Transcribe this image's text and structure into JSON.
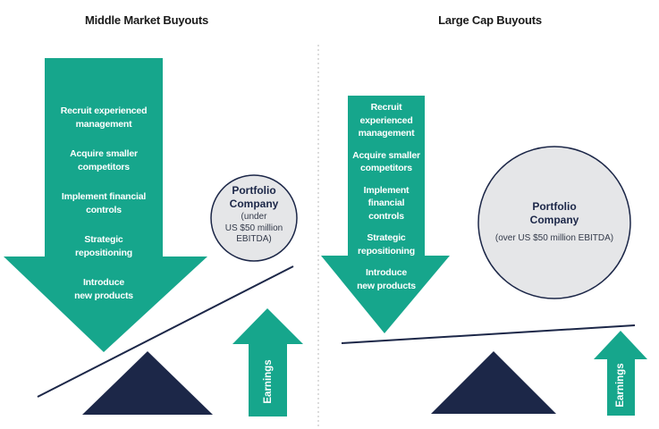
{
  "colors": {
    "teal": "#16a68c",
    "navy": "#1c2748",
    "circle_fill": "#e5e6e8",
    "circle_stroke": "#1c2748",
    "divider": "#b8b8b8"
  },
  "left": {
    "title": "Middle Market Buyouts",
    "actions": [
      "Recruit experienced\nmanagement",
      "Acquire smaller\ncompetitors",
      "Implement financial\ncontrols",
      "Strategic\nrepositioning",
      "Introduce\nnew products"
    ],
    "company": {
      "title": "Portfolio\nCompany",
      "subtitle": "(under\nUS $50 million\nEBITDA)"
    },
    "earnings_label": "Earnings"
  },
  "right": {
    "title": "Large Cap Buyouts",
    "actions": [
      "Recruit\nexperienced\nmanagement",
      "Acquire smaller\ncompetitors",
      "Implement\nfinancial\ncontrols",
      "Strategic\nrepositioning",
      "Introduce\nnew products"
    ],
    "company": {
      "title": "Portfolio\nCompany",
      "subtitle": "(over US $50 million EBITDA)"
    },
    "earnings_label": "Earnings"
  }
}
